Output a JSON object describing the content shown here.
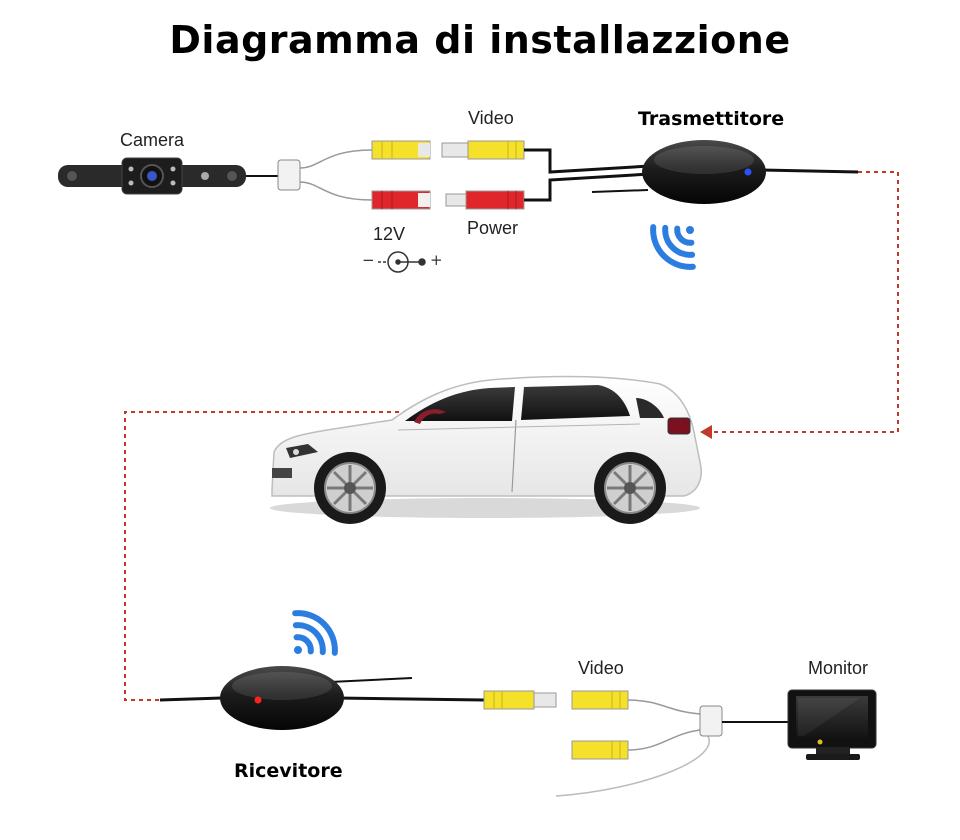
{
  "diagram": {
    "title": "Diagramma di installazzione",
    "labels": {
      "camera": "Camera",
      "video_top": "Video",
      "transmitter": "Trasmettitore",
      "voltage": "12V",
      "power": "Power",
      "minus": "−",
      "plus": "+",
      "video_bottom": "Video",
      "monitor": "Monitor",
      "receiver": "Ricevitore"
    },
    "colors": {
      "video_connector": "#f5e02a",
      "power_connector": "#e0262b",
      "signal_path": "#c0392b",
      "wifi": "#2b7de0",
      "device": "#1a1a1a"
    }
  }
}
